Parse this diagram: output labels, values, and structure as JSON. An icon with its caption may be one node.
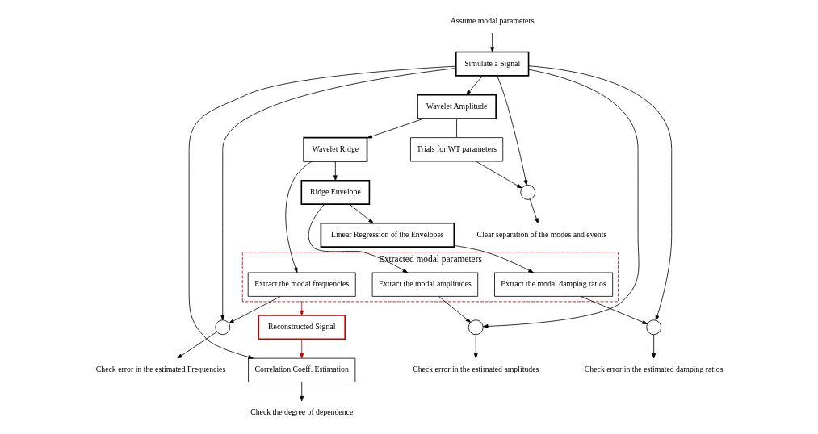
{
  "diagram": {
    "nodes": [
      {
        "text": [
          "Assume modal parameters"
        ]
      },
      {
        "text": [
          "Simulate a Signal"
        ]
      },
      {
        "text": [
          "Wavelet Amplitude"
        ]
      },
      {
        "text": [
          "Trials for WT parameters"
        ]
      },
      {
        "text": [
          "Wavelet Ridge"
        ]
      },
      {
        "text": [
          "Correlation Coeff. Estimation"
        ]
      },
      {
        "text": [
          "Check the degree of dependence"
        ]
      },
      {
        "text": [
          "Ridge Envelope"
        ]
      },
      {
        "text": [
          "Linear Regression of the Envelopes"
        ]
      },
      {
        "text": [
          "Extracted modal parameters"
        ]
      },
      {
        "text": [
          "Extract the modal frequencies"
        ],
        "in": 9
      },
      {
        "text": [
          "Extract the modal amplitudes"
        ],
        "in": 9
      },
      {
        "text": [
          "Extract the modal damping ratios"
        ],
        "in": 9
      },
      {
        "text": [
          "Reconstructed Signal"
        ]
      },
      {
        "text": [],
        "shape": "circle"
      },
      {
        "text": [],
        "shape": "circle"
      },
      {
        "text": [],
        "shape": "circle"
      },
      {
        "text": [],
        "shape": "circle"
      },
      {
        "text": [
          "Clear separation of the modes and events"
        ]
      },
      {
        "text": [
          "Check error in the estimated Frequencies"
        ]
      },
      {
        "text": [
          "Check error in the estimated amplitudes"
        ]
      },
      {
        "text": [
          "Check error in the estimated damping ratios"
        ]
      }
    ],
    "edges": [
      {
        "from": 0,
        "to": 1,
        "arrow": "to"
      },
      {
        "from": 1,
        "to": 2,
        "arrow": "to"
      },
      {
        "from": 2,
        "to": 4,
        "arrow": "to"
      },
      {
        "from": 4,
        "to": 7,
        "arrow": "to"
      },
      {
        "from": 7,
        "to": 8,
        "arrow": "to"
      },
      {
        "from": 1,
        "to": 5,
        "arrow": "to"
      },
      {
        "from": 5,
        "to": 6,
        "arrow": "to"
      },
      {
        "from": 2,
        "to": 3,
        "arrow": "none"
      },
      {
        "from": 1,
        "to": 14,
        "arrow": "to"
      },
      {
        "from": 3,
        "to": 14,
        "arrow": "to"
      },
      {
        "from": 1,
        "to": 15,
        "arrow": "to"
      },
      {
        "from": 1,
        "to": 16,
        "arrow": "to"
      },
      {
        "from": 1,
        "to": 17,
        "arrow": "to"
      },
      {
        "from": 4,
        "to": 10,
        "arrow": "to"
      },
      {
        "from": 7,
        "to": 11,
        "arrow": "to"
      },
      {
        "from": 8,
        "to": 12,
        "arrow": "to"
      },
      {
        "from": 10,
        "to": 15,
        "arrow": "to"
      },
      {
        "from": 11,
        "to": 16,
        "arrow": "to"
      },
      {
        "from": 12,
        "to": 17,
        "arrow": "to"
      },
      {
        "from": 14,
        "to": 18,
        "arrow": "to"
      },
      {
        "from": 15,
        "to": 19,
        "arrow": "to"
      },
      {
        "from": 16,
        "to": 20,
        "arrow": "to"
      },
      {
        "from": 17,
        "to": 21,
        "arrow": "to"
      },
      {
        "from": 9,
        "to": 13,
        "arrow": "to",
        "color": "#c00000"
      },
      {
        "from": 13,
        "to": 5,
        "arrow": "to",
        "color": "#c00000"
      }
    ]
  }
}
